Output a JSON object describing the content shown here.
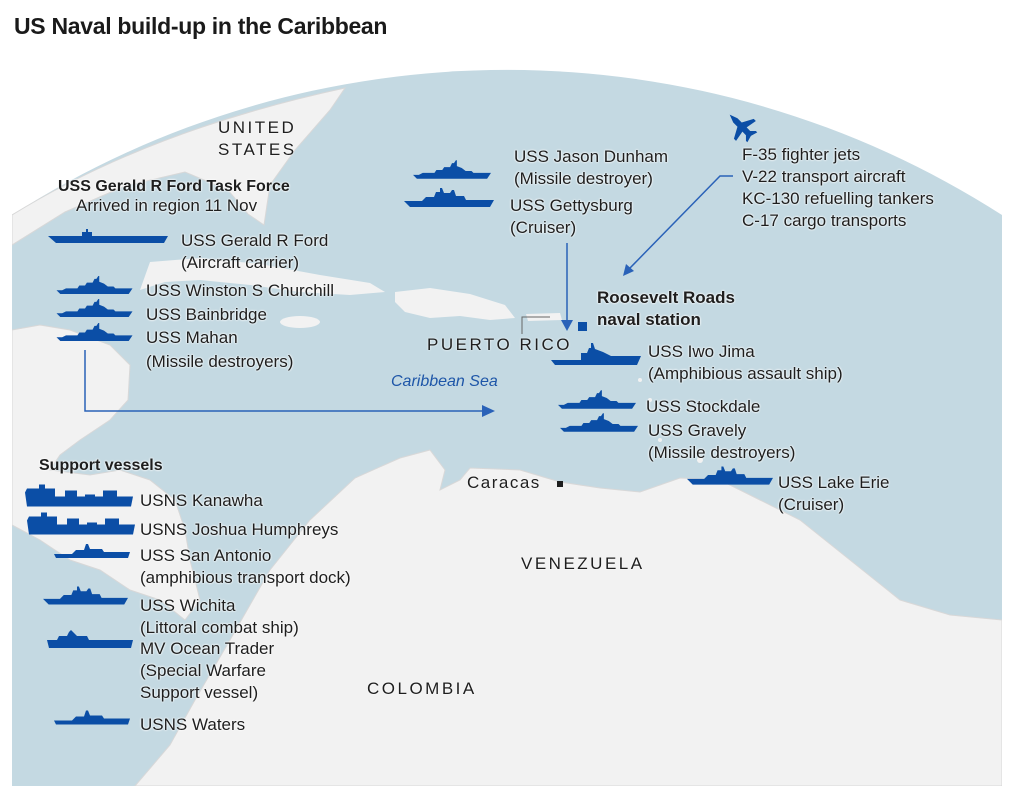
{
  "title": "US Naval build-up in the Caribbean",
  "colors": {
    "ocean": "#c4d9e2",
    "land": "#f2f2f2",
    "ship": "#0b4ea6",
    "arrow": "#2a62b8"
  },
  "places": {
    "united_states": [
      "UNITED",
      "STATES"
    ],
    "puerto_rico": "PUERTO RICO",
    "caribbean_sea": "Caribbean Sea",
    "caracas": "Caracas",
    "venezuela": "VENEZUELA",
    "colombia": "COLOMBIA"
  },
  "task_force": {
    "heading": "USS Gerald R Ford Task Force",
    "subheading": "Arrived in region 11 Nov",
    "carrier": {
      "name": "USS Gerald R Ford",
      "type": "(Aircraft carrier)",
      "icon": "aircraft-carrier-icon"
    },
    "destroyers": [
      "USS Winston S Churchill",
      "USS Bainbridge",
      "USS Mahan"
    ],
    "destroyers_type": "(Missile destroyers)"
  },
  "north_group": {
    "jason_dunham": {
      "name": "USS Jason Dunham",
      "type": "(Missile destroyer)"
    },
    "gettysburg": {
      "name": "USS Gettysburg",
      "type": "(Cruiser)"
    }
  },
  "aircraft": {
    "icon": "fighter-jet-icon",
    "items": [
      "F-35 fighter jets",
      "V-22 transport aircraft",
      "KC-130 refuelling tankers",
      "C-17 cargo transports"
    ]
  },
  "base": {
    "line1": "Roosevelt Roads",
    "line2": "naval station"
  },
  "east_group": {
    "iwo_jima": {
      "name": "USS Iwo Jima",
      "type": "(Amphibious assault ship)"
    },
    "stockdale": {
      "name": "USS Stockdale"
    },
    "gravely": {
      "name": "USS Gravely",
      "type": "(Missile destroyers)"
    },
    "lake_erie": {
      "name": "USS Lake Erie",
      "type": "(Cruiser)"
    }
  },
  "support": {
    "heading": "Support vessels",
    "kanawha": "USNS Kanawha",
    "joshua": "USNS Joshua Humphreys",
    "san_antonio": {
      "name": "USS San Antonio",
      "type": "(amphibious transport dock)"
    },
    "wichita": {
      "name": "USS Wichita",
      "type": "(Littoral combat ship)"
    },
    "ocean_trader": {
      "name": "MV Ocean Trader",
      "type1": "(Special Warfare",
      "type2": "Support vessel)"
    },
    "waters": "USNS Waters"
  }
}
